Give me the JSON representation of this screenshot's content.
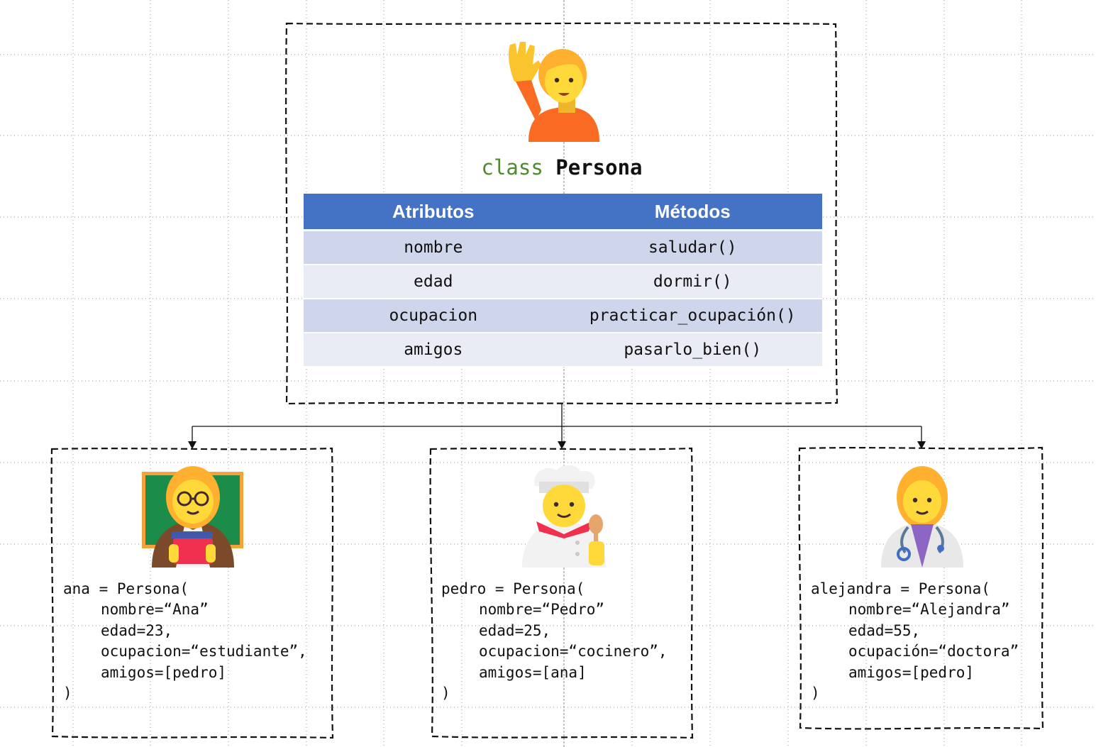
{
  "class": {
    "keyword": "class",
    "name": "Persona",
    "icon": "person-raising-hand-icon",
    "table": {
      "headers": [
        "Atributos",
        "Métodos"
      ],
      "rows": [
        {
          "attribute": "nombre",
          "method": "saludar()"
        },
        {
          "attribute": "edad",
          "method": "dormir()"
        },
        {
          "attribute": "ocupacion",
          "method": "practicar_ocupación()"
        },
        {
          "attribute": "amigos",
          "method": "pasarlo_bien()"
        }
      ]
    }
  },
  "instances": [
    {
      "icon": "woman-teacher-icon",
      "lines": [
        "ana = Persona(",
        "nombre=“Ana”",
        "edad=23,",
        "ocupacion=“estudiante”,",
        "amigos=[pedro]",
        ")"
      ]
    },
    {
      "icon": "man-cook-icon",
      "lines": [
        "pedro = Persona(",
        "nombre=“Pedro”",
        "edad=25,",
        "ocupacion=“cocinero”,",
        "amigos=[ana]",
        ")"
      ]
    },
    {
      "icon": "woman-health-worker-icon",
      "lines": [
        "alejandra = Persona(",
        "nombre=“Alejandra”",
        "edad=55,",
        "ocupación=“doctora”",
        "amigos=[pedro]",
        ")"
      ]
    }
  ],
  "colors": {
    "keyword": "#4f8a2e",
    "table_header": "#4472c4",
    "row_dark": "#cfd5ea",
    "row_light": "#e9ebf5"
  }
}
